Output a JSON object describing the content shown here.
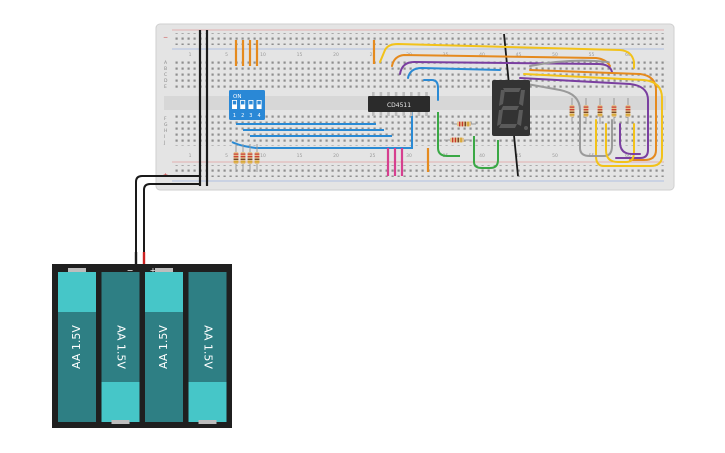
{
  "breadboard": {
    "column_numbers": [
      "1",
      "5",
      "10",
      "15",
      "20",
      "25",
      "30",
      "35",
      "40",
      "45",
      "50",
      "55",
      "60"
    ],
    "row_letters_top": [
      "A",
      "B",
      "C",
      "D",
      "E"
    ],
    "row_letters_bottom": [
      "F",
      "G",
      "H",
      "I",
      "J"
    ],
    "rail_minus": "−",
    "rail_plus": "+"
  },
  "dip_switch": {
    "on_label": "ON",
    "positions": [
      "1",
      "2",
      "3",
      "4"
    ],
    "color": "#2a88d6"
  },
  "ic": {
    "label": "CD4511",
    "color": "#2b2b2b"
  },
  "display": {
    "digit": "8",
    "color": "#333333"
  },
  "battery_pack": {
    "minus_label": "−",
    "plus_label": "+",
    "cells": [
      "AA 1.5V",
      "AA 1.5V",
      "AA 1.5V",
      "AA 1.5V"
    ],
    "cell_color": "#2e7f84",
    "cap_color": "#46c6c8"
  },
  "wire_colors": {
    "blue": "#2a8ad4",
    "orange": "#e58a1e",
    "yellow": "#f2c21a",
    "purple": "#7a3fa0",
    "gray": "#9a9a9a",
    "green": "#3aa845",
    "pink": "#d63f8f",
    "black": "#1a1a1a",
    "red": "#cc2222"
  }
}
